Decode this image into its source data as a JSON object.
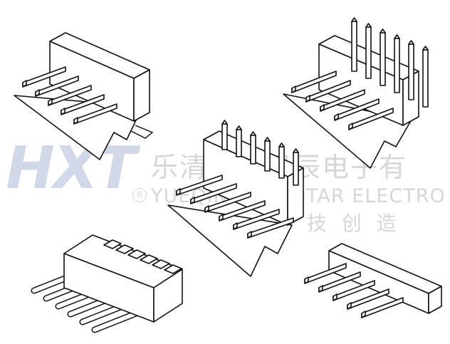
{
  "watermark": {
    "logo_text": "HXT",
    "company_cn": "乐清市红星辰电子有",
    "registered_mark": "R",
    "company_en": "YUEQING REDSTAR ELECTRO",
    "slogan_cn": "科 技 创 造"
  },
  "figures": [
    {
      "name": "connector-top-left",
      "pins": 5
    },
    {
      "name": "connector-top-right",
      "pins": 5
    },
    {
      "name": "connector-center",
      "pins": 6
    },
    {
      "name": "connector-bottom-left",
      "pins": 6
    },
    {
      "name": "connector-bottom-right",
      "pins": 5
    }
  ]
}
